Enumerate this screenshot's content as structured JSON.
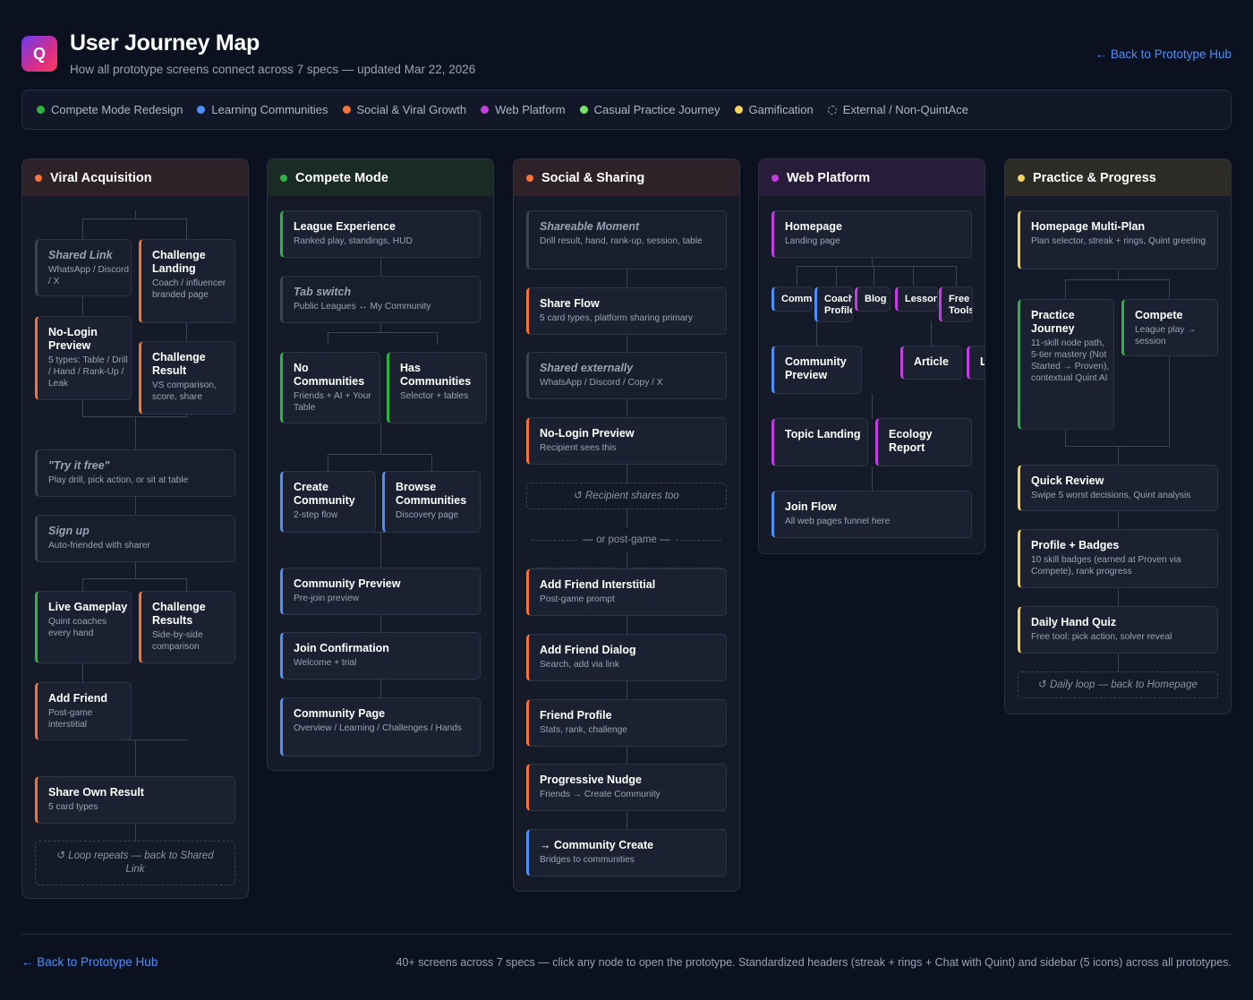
{
  "header": {
    "logo_letter": "Q",
    "title": "User Journey Map",
    "subtitle": "How all prototype screens connect across 7 specs — updated Mar 22, 2026",
    "back_link": "← Back to Prototype Hub"
  },
  "legend": [
    {
      "label": "Compete Mode Redesign",
      "color": "#2fb344"
    },
    {
      "label": "Learning Communities",
      "color": "#4f8ff7"
    },
    {
      "label": "Social & Viral Growth",
      "color": "#f5743a"
    },
    {
      "label": "Web Platform",
      "color": "#c23ee0"
    },
    {
      "label": "Casual Practice Journey",
      "color": "#7be36b"
    },
    {
      "label": "Gamification",
      "color": "#f5d35c"
    },
    {
      "label": "External / Non-QuintAce",
      "color": "dashed"
    }
  ],
  "columns": {
    "viral": {
      "title": "Viral Acquisition",
      "nodes": {
        "shared_link": {
          "title": "Shared Link",
          "sub": "WhatsApp / Discord / X"
        },
        "challenge_landing": {
          "title": "Challenge Landing",
          "sub": "Coach / influencer branded page"
        },
        "no_login_preview": {
          "title": "No-Login Preview",
          "sub": "5 types: Table / Drill / Hand / Rank-Up / Leak"
        },
        "challenge_result": {
          "title": "Challenge Result",
          "sub": "VS comparison, score, share"
        },
        "try_free": {
          "title": "\"Try it free\"",
          "sub": "Play drill, pick action, or sit at table"
        },
        "sign_up": {
          "title": "Sign up",
          "sub": "Auto-friended with sharer"
        },
        "live_gameplay": {
          "title": "Live Gameplay",
          "sub": "Quint coaches every hand"
        },
        "challenge_results": {
          "title": "Challenge Results",
          "sub": "Side-by-side comparison"
        },
        "add_friend": {
          "title": "Add Friend",
          "sub": "Post-game interstitial"
        },
        "share_own": {
          "title": "Share Own Result",
          "sub": "5 card types"
        },
        "loop": {
          "title": "↺ Loop repeats — back to Shared Link"
        }
      }
    },
    "compete": {
      "title": "Compete Mode",
      "nodes": {
        "league": {
          "title": "League Experience",
          "sub": "Ranked play, standings, HUD"
        },
        "tab_switch": {
          "title": "Tab switch",
          "sub": "Public Leagues ↔ My Community"
        },
        "no_comm": {
          "title": "No Communities",
          "sub": "Friends + AI + Your Table"
        },
        "has_comm": {
          "title": "Has Communities",
          "sub": "Selector + tables"
        },
        "create_comm": {
          "title": "Create Community",
          "sub": "2-step flow"
        },
        "browse_comm": {
          "title": "Browse Communities",
          "sub": "Discovery page"
        },
        "comm_preview": {
          "title": "Community Preview",
          "sub": "Pre-join preview"
        },
        "join_conf": {
          "title": "Join Confirmation",
          "sub": "Welcome + trial"
        },
        "comm_page": {
          "title": "Community Page",
          "sub": "Overview / Learning / Challenges / Hands"
        }
      }
    },
    "social": {
      "title": "Social & Sharing",
      "nodes": {
        "shareable": {
          "title": "Shareable Moment",
          "sub": "Drill result, hand, rank-up, session, table"
        },
        "share_flow": {
          "title": "Share Flow",
          "sub": "5 card types, platform sharing primary"
        },
        "shared_ext": {
          "title": "Shared externally",
          "sub": "WhatsApp / Discord / Copy / X"
        },
        "no_login": {
          "title": "No-Login Preview",
          "sub": "Recipient sees this"
        },
        "recipient": {
          "title": "↺ Recipient shares too"
        },
        "or_post": "— or post-game —",
        "add_friend_int": {
          "title": "Add Friend Interstitial",
          "sub": "Post-game prompt"
        },
        "add_friend_dlg": {
          "title": "Add Friend Dialog",
          "sub": "Search, add via link"
        },
        "friend_profile": {
          "title": "Friend Profile",
          "sub": "Stats, rank, challenge"
        },
        "nudge": {
          "title": "Progressive Nudge",
          "sub": "Friends → Create Community"
        },
        "comm_create": {
          "title": "→ Community Create",
          "sub": "Bridges to communities"
        }
      }
    },
    "web": {
      "title": "Web Platform",
      "nodes": {
        "homepage": {
          "title": "Homepage",
          "sub": "Landing page"
        },
        "comm": {
          "title": "Comm"
        },
        "coach": {
          "title": "Coach Profile"
        },
        "blog": {
          "title": "Blog"
        },
        "lessons": {
          "title": "Lessons"
        },
        "free_tools": {
          "title": "Free Tools"
        },
        "comm_preview": {
          "title": "Community Preview"
        },
        "article": {
          "title": "Article"
        },
        "l": {
          "title": "L"
        },
        "topic": {
          "title": "Topic Landing"
        },
        "ecology": {
          "title": "Ecology Report"
        },
        "join": {
          "title": "Join Flow",
          "sub": "All web pages funnel here"
        }
      }
    },
    "practice": {
      "title": "Practice & Progress",
      "nodes": {
        "home_multi": {
          "title": "Homepage Multi-Plan",
          "sub": "Plan selector, streak + rings, Quint greeting"
        },
        "practice_journey": {
          "title": "Practice Journey",
          "sub": "11-skill node path, 5-tier mastery (Not Started → Proven), contextual Quint AI"
        },
        "compete": {
          "title": "Compete",
          "sub": "League play → session"
        },
        "quick_review": {
          "title": "Quick Review",
          "sub": "Swipe 5 worst decisions, Quint analysis"
        },
        "profile": {
          "title": "Profile + Badges",
          "sub": "10 skill badges (earned at Proven via Compete), rank progress"
        },
        "daily_quiz": {
          "title": "Daily Hand Quiz",
          "sub": "Free tool: pick action, solver reveal"
        },
        "daily_loop": {
          "title": "↺ Daily loop — back to Homepage"
        }
      }
    }
  },
  "footer": {
    "back_link": "← Back to Prototype Hub",
    "note": "40+ screens across 7 specs — click any node to open the prototype. Standardized headers (streak + rings + Chat with Quint) and sidebar (5 icons) across all prototypes."
  }
}
